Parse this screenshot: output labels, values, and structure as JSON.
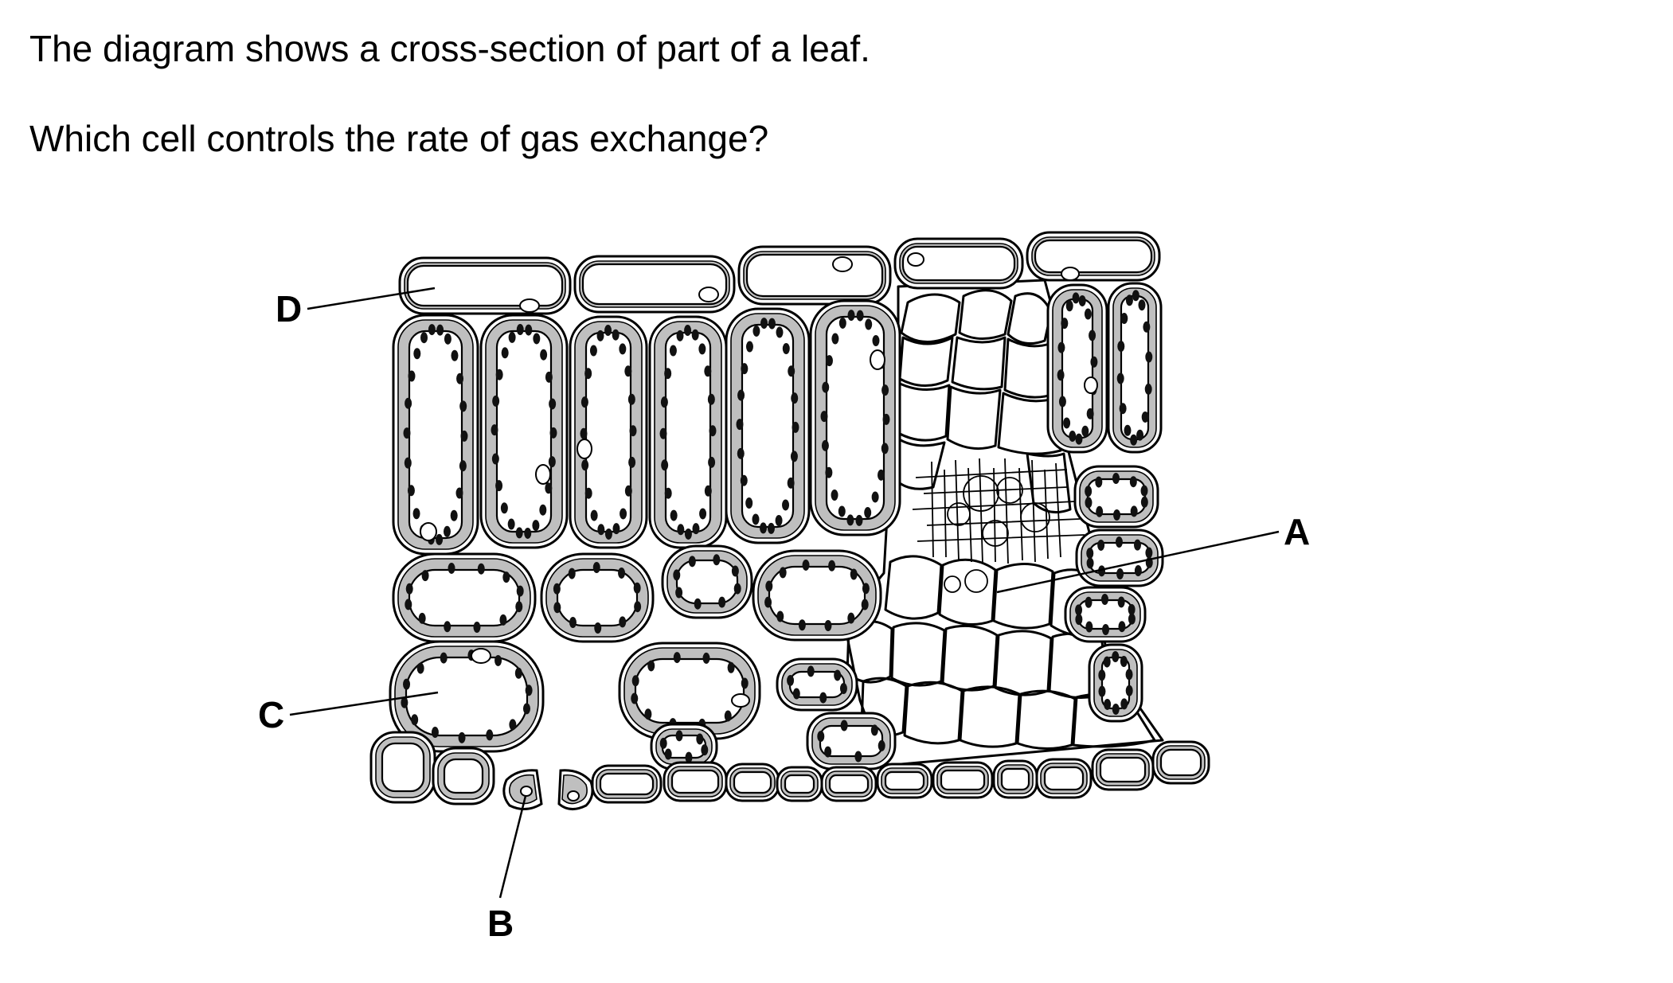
{
  "question": {
    "line1": "The diagram shows a cross-section of part of a leaf.",
    "line2": "Which cell controls the rate of gas exchange?"
  },
  "diagram": {
    "labels": {
      "A": "A",
      "B": "B",
      "C": "C",
      "D": "D"
    }
  }
}
